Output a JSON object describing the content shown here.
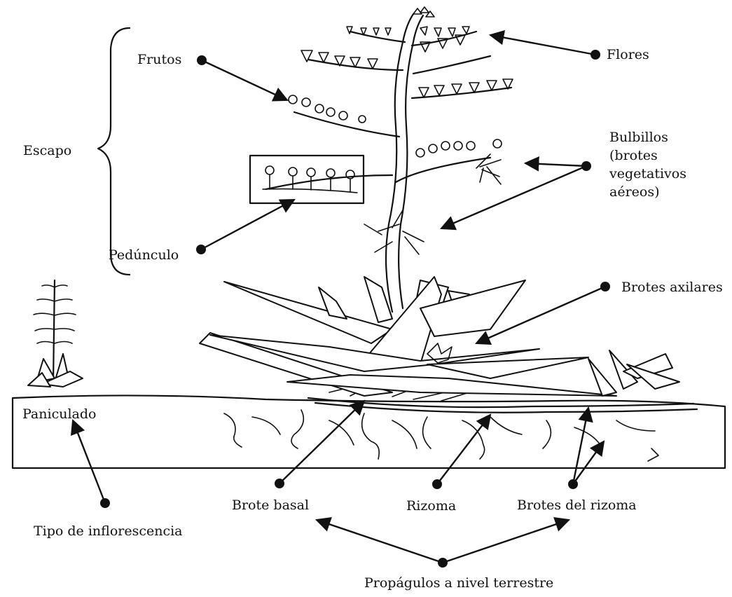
{
  "labels": {
    "frutos": "Frutos",
    "flores": "Flores",
    "escapo": "Escapo",
    "bulbillos": [
      "Bulbillos",
      "(brotes",
      "vegetativos",
      "aéreos)"
    ],
    "pedunculo": "Pedúnculo",
    "brotes_axilares": "Brotes axilares",
    "paniculado": "Paniculado",
    "tipo_inflorescencia": "Tipo de inflorescencia",
    "brote_basal": "Brote basal",
    "rizoma": "Rizoma",
    "brotes_rizoma": "Brotes del rizoma",
    "propagulos": "Propágulos a nivel terrestre"
  },
  "colors": {
    "ink": "#111111",
    "background": "#ffffff"
  }
}
